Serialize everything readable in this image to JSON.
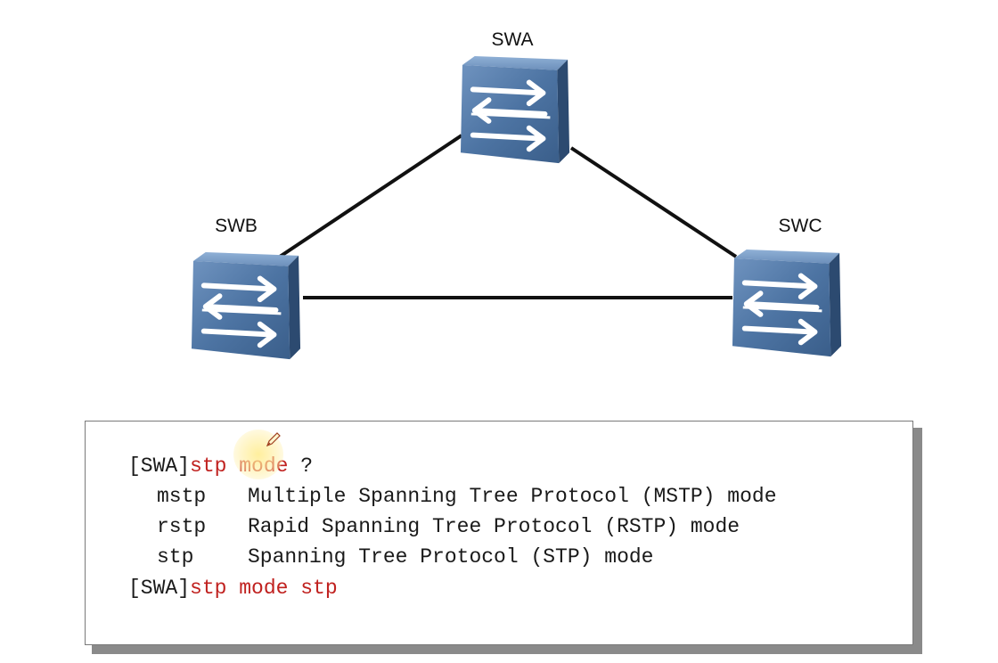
{
  "topology": {
    "switches": [
      {
        "id": "swa",
        "label": "SWA",
        "icon": "switch-icon"
      },
      {
        "id": "swb",
        "label": "SWB",
        "icon": "switch-icon"
      },
      {
        "id": "swc",
        "label": "SWC",
        "icon": "switch-icon"
      }
    ],
    "links": [
      {
        "from": "SWA",
        "to": "SWB"
      },
      {
        "from": "SWA",
        "to": "SWC"
      },
      {
        "from": "SWB",
        "to": "SWC"
      }
    ]
  },
  "console": {
    "lines": [
      {
        "prompt": "[SWA]",
        "command": "stp mode",
        "suffix": " ?"
      },
      {
        "option": "mstp",
        "description": "Multiple Spanning Tree Protocol (MSTP) mode"
      },
      {
        "option": "rstp",
        "description": "Rapid Spanning Tree Protocol (RSTP) mode"
      },
      {
        "option": "stp",
        "description": "Spanning Tree Protocol (STP) mode"
      },
      {
        "prompt": "[SWA]",
        "command": "stp mode stp",
        "suffix": ""
      }
    ]
  },
  "colors": {
    "command": "#c0211f",
    "switch_face": "#4a6f9a",
    "switch_side": "#2f4d73",
    "link": "#111111"
  },
  "cursor": {
    "icon": "pen-cursor-icon"
  }
}
